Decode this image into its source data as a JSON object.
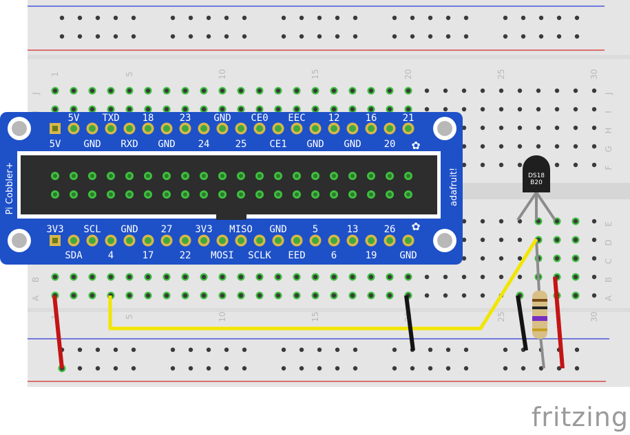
{
  "brand": "fritzing",
  "cobbler": {
    "side_left": "Pi Cobbler+",
    "side_right": "adafruit!",
    "top_row": [
      "5V",
      "TXD",
      "18",
      "23",
      "GND",
      "CE0",
      "EEC",
      "12",
      "16",
      "21"
    ],
    "second_row": [
      "5V",
      "GND",
      "RXD",
      "GND",
      "24",
      "25",
      "CE1",
      "GND",
      "GND",
      "20"
    ],
    "third_row": [
      "3V3",
      "SCL",
      "GND",
      "27",
      "3V3",
      "MISO",
      "GND",
      "5",
      "13",
      "26"
    ],
    "bottom_row": [
      "SDA",
      "4",
      "17",
      "22",
      "MOSI",
      "SCLK",
      "EED",
      "6",
      "19",
      "GND"
    ]
  },
  "breadboard": {
    "column_numbers": [
      "1",
      "5",
      "10",
      "15",
      "20",
      "25",
      "30"
    ],
    "rows_top": [
      "J",
      "I",
      "H",
      "G",
      "F"
    ],
    "rows_bottom": [
      "E",
      "D",
      "C",
      "B",
      "A"
    ]
  },
  "sensor": {
    "label_line1": "DS18",
    "label_line2": "B20"
  },
  "colors": {
    "board": "#e5e5e5",
    "hole": "#3a3a3a",
    "lit_hole": "#3fbf3f",
    "rail_red": "#d62828",
    "rail_blue": "#2a3bd6",
    "cobbler_blue": "#1e50c8",
    "wire_yellow": "#f2e600",
    "wire_red": "#c41414",
    "wire_black": "#141414"
  }
}
